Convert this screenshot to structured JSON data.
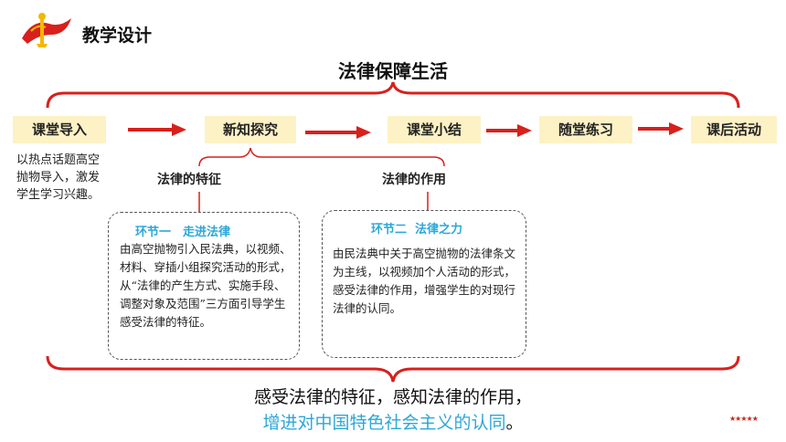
{
  "colors": {
    "accent_red": "#d8201c",
    "step_bg": "#fdf2c5",
    "highlight_blue": "#2ca7d8"
  },
  "header": {
    "title": "教学设计",
    "logo_icon": "red-ribbon-emblem-icon"
  },
  "main_title": "法律保障生活",
  "steps": [
    {
      "label": "课堂导入"
    },
    {
      "label": "新知探究"
    },
    {
      "label": "课堂小结"
    },
    {
      "label": "随堂练习"
    },
    {
      "label": "课后活动"
    }
  ],
  "intro_text": "以热点话题高空抛物导入，激发学生学习兴趣。",
  "branches": [
    {
      "heading": "法律的特征",
      "box_title": "环节一　走进法律",
      "box_text": "由高空抛物引入民法典，以视频、材料、穿插小组探究活动的形式，从“法律的产生方式、实施手段、调整对象及范围”三方面引导学生感受法律的特征。"
    },
    {
      "heading": "法律的作用",
      "box_title": "环节二  法律之力",
      "box_text": "由民法典中关于高空抛物的法律条文为主线，以视频加个人活动的形式，感受法律的作用，增强学生的对现行法律的认同。"
    }
  ],
  "conclusion": {
    "line1": "感受法律的特征，感知法律的作用，",
    "line2": "增进对中国特色社会主义的认同",
    "line2_end": "。"
  },
  "footer": {
    "stars": "★★★★★"
  }
}
